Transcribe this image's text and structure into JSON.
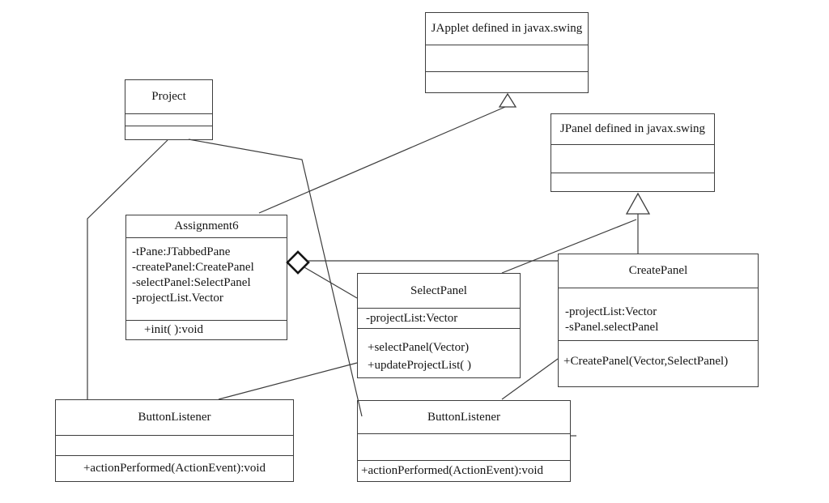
{
  "diagram": {
    "title": "UML class diagram",
    "classes": [
      {
        "id": "japplet",
        "name": "JApplet defined in javax.swing",
        "attributes": [],
        "methods": []
      },
      {
        "id": "project",
        "name": "Project",
        "attributes": [],
        "methods": []
      },
      {
        "id": "jpanel",
        "name": "JPanel defined in javax.swing",
        "attributes": [],
        "methods": []
      },
      {
        "id": "assignment6",
        "name": "Assignment6",
        "attributes": [
          "-tPane:JTabbedPane",
          "-createPanel:CreatePanel",
          "-selectPanel:SelectPanel",
          "-projectList.Vector"
        ],
        "methods": [
          "+init( ):void"
        ]
      },
      {
        "id": "selectpanel",
        "name": "SelectPanel",
        "attributes": [
          "-projectList:Vector"
        ],
        "methods": [
          "+selectPanel(Vector)",
          "+updateProjectList( )"
        ]
      },
      {
        "id": "createpanel",
        "name": "CreatePanel",
        "attributes": [
          "-projectList:Vector",
          "-sPanel.selectPanel"
        ],
        "methods": [
          "+CreatePanel(Vector,SelectPanel)"
        ]
      },
      {
        "id": "buttonlistener-left",
        "name": "ButtonListener",
        "attributes": [],
        "methods": [
          "+actionPerformed(ActionEvent):void"
        ]
      },
      {
        "id": "buttonlistener-right",
        "name": "ButtonListener",
        "attributes": [],
        "methods": [
          "+actionPerformed(ActionEvent):void"
        ]
      }
    ],
    "relationships": [
      {
        "type": "generalization",
        "from": "Assignment6",
        "to": "JApplet defined in javax.swing"
      },
      {
        "type": "generalization",
        "from": "SelectPanel",
        "to": "JPanel defined in javax.swing"
      },
      {
        "type": "generalization",
        "from": "CreatePanel",
        "to": "JPanel defined in javax.swing"
      },
      {
        "type": "aggregation",
        "owner": "Assignment6",
        "parts": [
          "SelectPanel",
          "CreatePanel"
        ]
      },
      {
        "type": "association",
        "from": "Project",
        "to": "ButtonListener (left)"
      },
      {
        "type": "association",
        "from": "Project",
        "to": "ButtonListener (right)"
      },
      {
        "type": "association",
        "from": "ButtonListener (left)",
        "to": "SelectPanel"
      },
      {
        "type": "association",
        "from": "ButtonListener (right)",
        "to": "CreatePanel"
      }
    ],
    "colors": {
      "background": "#ffffff",
      "line": "#3d3d3d",
      "text": "#151515"
    }
  }
}
